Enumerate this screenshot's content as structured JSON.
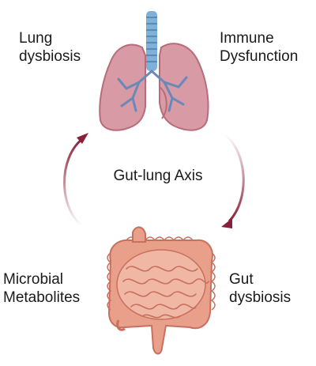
{
  "labels": {
    "lung_dysbiosis": "Lung\ndysbiosis",
    "immune_dysfunction": "Immune\nDysfunction",
    "axis": "Gut-lung Axis",
    "microbial_metabolites": "Microbial\nMetabolites",
    "gut_dysbiosis": "Gut\ndysbiosis"
  },
  "colors": {
    "lung": "#d89aa4",
    "lung_dark": "#b86c7a",
    "trachea": "#7fb0d8",
    "bronchi": "#6a88b8",
    "intestine": "#e8a08a",
    "intestine_dark": "#c8705e",
    "arrow": "#8a1f3a"
  }
}
